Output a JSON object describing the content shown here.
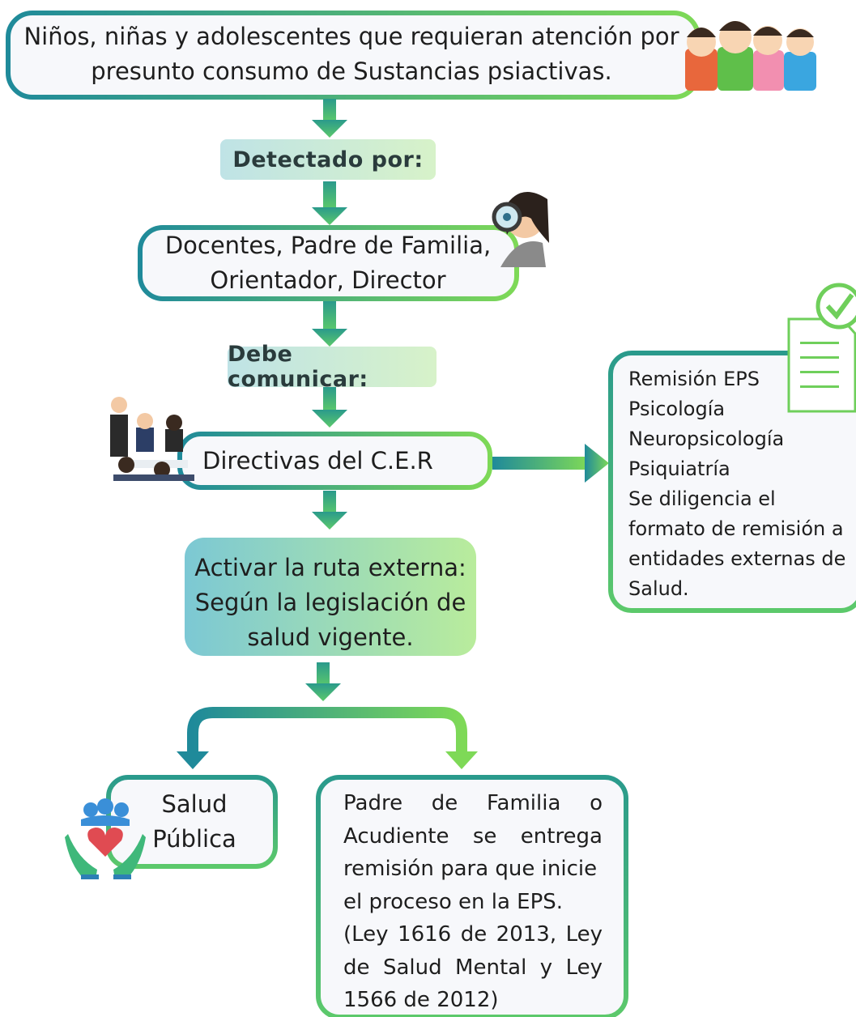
{
  "top_box": {
    "line1": "Niños, niñas y adolescentes que requieran atención por",
    "line2": "presunto consumo de Sustancias psiactivas."
  },
  "detected_label": "Detectado por:",
  "detectors_box": {
    "line1": "Docentes, Padre de Familia,",
    "line2": "Orientador, Director"
  },
  "communicate_label": "Debe comunicar:",
  "directives_box": "Directivas del C.E.R",
  "route_box": {
    "line1": "Activar la ruta externa:",
    "line2": "Según la legislación de",
    "line3": "salud vigente."
  },
  "side_box": {
    "lines": [
      "Remisión EPS",
      "Psicología",
      "Neuropsicología",
      "Psiquiatría",
      "Se diligencia el",
      "formato de remisión a",
      "entidades externas de",
      "Salud."
    ]
  },
  "public_health_box": {
    "line1": "Salud",
    "line2": "Pública"
  },
  "parent_box": {
    "lines": [
      "Padre de Familia o",
      "Acudiente se entrega",
      "remisión para que inicie",
      "el proceso en la EPS.",
      "(Ley 1616 de 2013, Ley",
      "de Salud Mental y Ley",
      "1566 de 2012)"
    ]
  },
  "colors": {
    "teal": "#1f8a9a",
    "green": "#7ed957",
    "box_fill": "#f7f8fb"
  },
  "icons": [
    "children-group-icon",
    "magnifying-glass-person-icon",
    "meeting-people-icon",
    "document-check-icon",
    "hands-heart-icon"
  ]
}
